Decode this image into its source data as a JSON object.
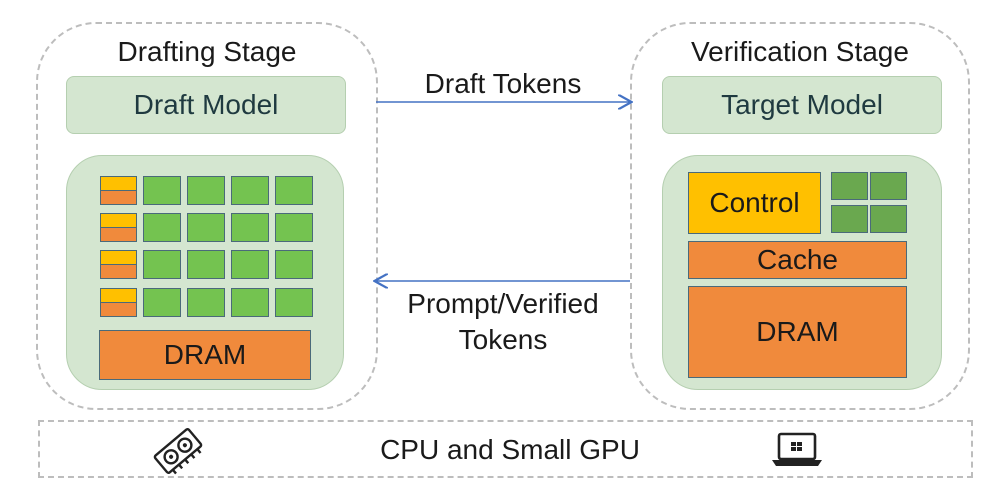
{
  "drafting": {
    "title": "Drafting Stage",
    "model": "Draft Model",
    "dram": "DRAM"
  },
  "verification": {
    "title": "Verification Stage",
    "model": "Target Model",
    "control": "Control",
    "cache": "Cache",
    "dram": "DRAM"
  },
  "arrows": {
    "forward": "Draft Tokens",
    "backward_line1": "Prompt/Verified",
    "backward_line2": "Tokens"
  },
  "bottom": {
    "label": "CPU and Small GPU",
    "left_icon": "gpu-card-icon",
    "right_icon": "laptop-icon"
  },
  "colors": {
    "stage_border": "#bdbdbd",
    "model_fill": "#d4e6d0",
    "core_green": "#74c350",
    "control_yellow": "#ffc000",
    "dram_orange": "#f08a3c",
    "arrow_blue": "#4472c4"
  }
}
